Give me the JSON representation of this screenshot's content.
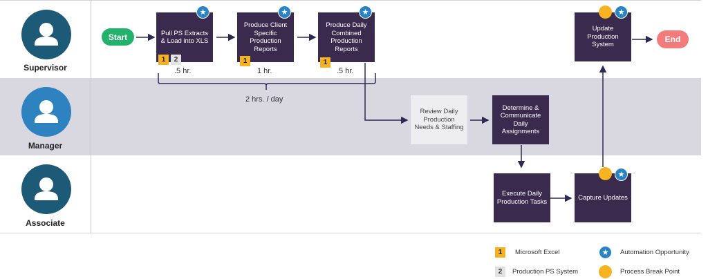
{
  "lanes": [
    {
      "role": "Supervisor"
    },
    {
      "role": "Manager"
    },
    {
      "role": "Associate"
    }
  ],
  "start_label": "Start",
  "end_label": "End",
  "steps": {
    "pull": "Pull PS Extracts & Load into XLS",
    "client": "Produce Client Specific Production Reports",
    "daily": "Produce Daily Combined Production Reports",
    "review": "Review Daily Production Needs & Staffing",
    "determine": "Determine & Communicate Daily Assignments",
    "execute": "Execute Daily Production Tasks",
    "capture": "Capture Updates",
    "update": "Update Production System"
  },
  "badges": {
    "excel": "1",
    "ps": "2"
  },
  "times": {
    "pull": ".5 hr.",
    "client": "1 hr.",
    "daily": ".5 hr.",
    "total": "2 hrs. / day"
  },
  "legend": {
    "excel": "Microsoft Excel",
    "ps": "Production PS System",
    "automation": "Automation Opportunity",
    "breakpoint": "Process Break Point"
  },
  "colors": {
    "start": "#22b26b",
    "end": "#f27b7b",
    "box_dark": "#3a2a4d",
    "star": "#2a84c4",
    "dot": "#f7b321"
  }
}
